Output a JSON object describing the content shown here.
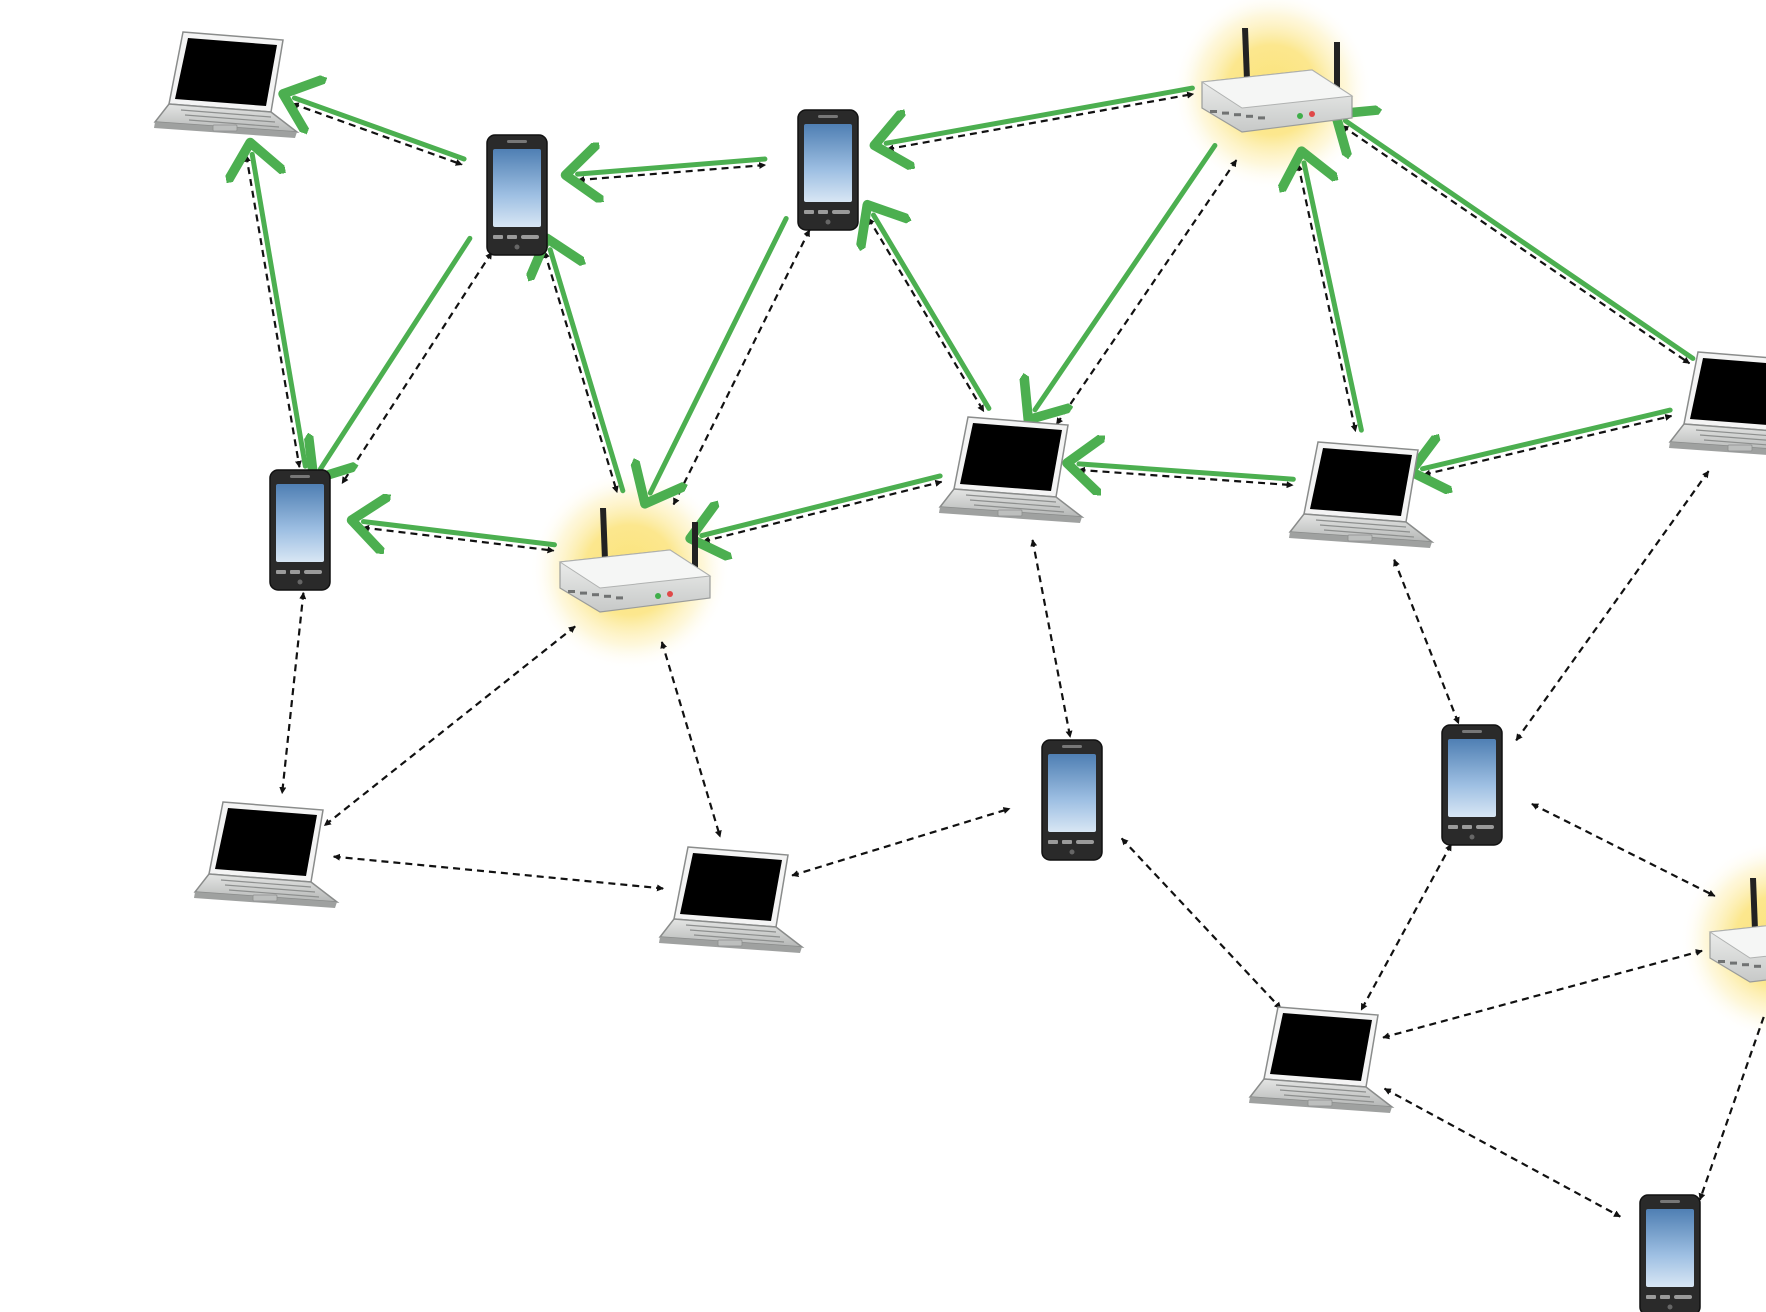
{
  "colors": {
    "flow": "#4caf50",
    "link": "#111111",
    "glow": "#f9d64a",
    "laptop_screen": "#000000",
    "laptop_body": "#cfd1d0",
    "phone_body": "#2a2a2a",
    "phone_screen": "#6f9fd0",
    "router_body": "#e3e5e4"
  },
  "nodes": [
    {
      "id": "laptop-1",
      "type": "laptop",
      "icon": "laptop-icon"
    },
    {
      "id": "phone-1",
      "type": "phone",
      "icon": "smartphone-icon"
    },
    {
      "id": "phone-2",
      "type": "phone",
      "icon": "smartphone-icon"
    },
    {
      "id": "router-1",
      "type": "router",
      "icon": "wifi-router-icon",
      "highlighted": true
    },
    {
      "id": "phone-3",
      "type": "phone",
      "icon": "smartphone-icon"
    },
    {
      "id": "router-2",
      "type": "router",
      "icon": "wifi-router-icon",
      "highlighted": true
    },
    {
      "id": "laptop-2",
      "type": "laptop",
      "icon": "laptop-icon"
    },
    {
      "id": "laptop-3",
      "type": "laptop",
      "icon": "laptop-icon"
    },
    {
      "id": "laptop-4",
      "type": "laptop",
      "icon": "laptop-icon",
      "partially_visible": true
    },
    {
      "id": "laptop-5",
      "type": "laptop",
      "icon": "laptop-icon"
    },
    {
      "id": "laptop-6",
      "type": "laptop",
      "icon": "laptop-icon"
    },
    {
      "id": "phone-4",
      "type": "phone",
      "icon": "smartphone-icon"
    },
    {
      "id": "phone-5",
      "type": "phone",
      "icon": "smartphone-icon"
    },
    {
      "id": "laptop-7",
      "type": "laptop",
      "icon": "laptop-icon"
    },
    {
      "id": "router-3",
      "type": "router",
      "icon": "wifi-router-icon",
      "highlighted": true,
      "partially_visible": true
    },
    {
      "id": "phone-6",
      "type": "phone",
      "icon": "smartphone-icon",
      "partially_visible": true
    }
  ],
  "links": [
    {
      "from": "laptop-1",
      "to": "phone-1",
      "style": "dashed",
      "arrows": "both"
    },
    {
      "from": "phone-1",
      "to": "phone-2",
      "style": "dashed",
      "arrows": "both"
    },
    {
      "from": "phone-2",
      "to": "router-1",
      "style": "dashed",
      "arrows": "both"
    },
    {
      "from": "laptop-1",
      "to": "phone-3",
      "style": "dashed",
      "arrows": "both"
    },
    {
      "from": "phone-1",
      "to": "phone-3",
      "style": "dashed",
      "arrows": "both"
    },
    {
      "from": "phone-1",
      "to": "router-2",
      "style": "dashed",
      "arrows": "both"
    },
    {
      "from": "phone-2",
      "to": "router-2",
      "style": "dashed",
      "arrows": "both"
    },
    {
      "from": "phone-2",
      "to": "laptop-2",
      "style": "dashed",
      "arrows": "both"
    },
    {
      "from": "router-1",
      "to": "laptop-2",
      "style": "dashed",
      "arrows": "both"
    },
    {
      "from": "router-1",
      "to": "laptop-3",
      "style": "dashed",
      "arrows": "both"
    },
    {
      "from": "router-1",
      "to": "laptop-4",
      "style": "dashed",
      "arrows": "both"
    },
    {
      "from": "phone-3",
      "to": "router-2",
      "style": "dashed",
      "arrows": "both"
    },
    {
      "from": "router-2",
      "to": "laptop-2",
      "style": "dashed",
      "arrows": "both"
    },
    {
      "from": "laptop-2",
      "to": "laptop-3",
      "style": "dashed",
      "arrows": "both"
    },
    {
      "from": "laptop-3",
      "to": "laptop-4",
      "style": "dashed",
      "arrows": "both"
    },
    {
      "from": "phone-3",
      "to": "laptop-5",
      "style": "dashed",
      "arrows": "both"
    },
    {
      "from": "router-2",
      "to": "laptop-5",
      "style": "dashed",
      "arrows": "both"
    },
    {
      "from": "router-2",
      "to": "laptop-6",
      "style": "dashed",
      "arrows": "both"
    },
    {
      "from": "laptop-5",
      "to": "laptop-6",
      "style": "dashed",
      "arrows": "both"
    },
    {
      "from": "laptop-6",
      "to": "phone-4",
      "style": "dashed",
      "arrows": "both"
    },
    {
      "from": "laptop-2",
      "to": "phone-4",
      "style": "dashed",
      "arrows": "both"
    },
    {
      "from": "laptop-3",
      "to": "phone-5",
      "style": "dashed",
      "arrows": "both"
    },
    {
      "from": "laptop-4",
      "to": "phone-5",
      "style": "dashed",
      "arrows": "both"
    },
    {
      "from": "phone-4",
      "to": "laptop-7",
      "style": "dashed",
      "arrows": "both"
    },
    {
      "from": "phone-5",
      "to": "laptop-7",
      "style": "dashed",
      "arrows": "both"
    },
    {
      "from": "phone-5",
      "to": "router-3",
      "style": "dashed",
      "arrows": "both"
    },
    {
      "from": "laptop-7",
      "to": "router-3",
      "style": "dashed",
      "arrows": "both"
    },
    {
      "from": "laptop-7",
      "to": "phone-6",
      "style": "dashed",
      "arrows": "both"
    },
    {
      "from": "router-3",
      "to": "phone-6",
      "style": "dashed",
      "arrows": "single"
    }
  ],
  "flows": [
    {
      "from": "router-1",
      "to": "phone-2"
    },
    {
      "from": "phone-2",
      "to": "phone-1"
    },
    {
      "from": "phone-1",
      "to": "laptop-1"
    },
    {
      "from": "phone-3",
      "to": "laptop-1"
    },
    {
      "from": "phone-1",
      "to": "phone-3"
    },
    {
      "from": "router-2",
      "to": "phone-1"
    },
    {
      "from": "phone-2",
      "to": "router-2"
    },
    {
      "from": "router-2",
      "to": "phone-3"
    },
    {
      "from": "laptop-2",
      "to": "router-2"
    },
    {
      "from": "laptop-2",
      "to": "phone-2"
    },
    {
      "from": "router-1",
      "to": "laptop-2"
    },
    {
      "from": "laptop-3",
      "to": "router-1"
    },
    {
      "from": "laptop-4",
      "to": "router-1"
    },
    {
      "from": "laptop-4",
      "to": "laptop-3"
    },
    {
      "from": "laptop-3",
      "to": "laptop-2"
    }
  ]
}
